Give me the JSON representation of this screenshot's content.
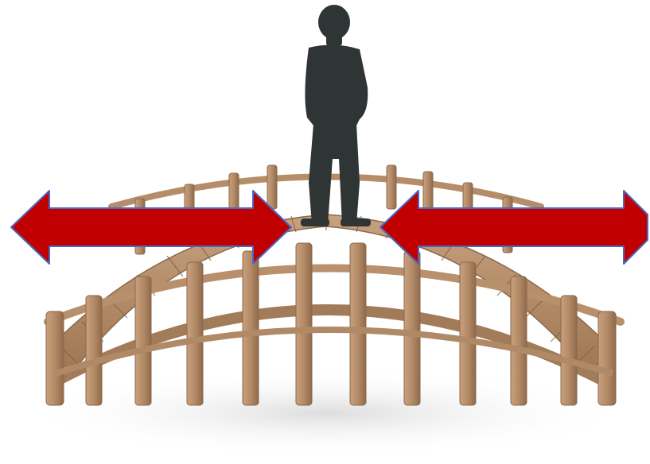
{
  "scene": {
    "background_color": "#ffffff",
    "bridge_wood_color": "#b08a66",
    "bridge_wood_dark_color": "#8a6a4c",
    "silhouette_color": "#2f3435",
    "arrow_fill_color": "#c00000",
    "arrow_stroke_color": "#4a67c4",
    "icons": {
      "person": "person-silhouette",
      "bridge": "wooden-arched-bridge",
      "left_arrow": "double-headed-arrow",
      "right_arrow": "double-headed-arrow"
    }
  }
}
